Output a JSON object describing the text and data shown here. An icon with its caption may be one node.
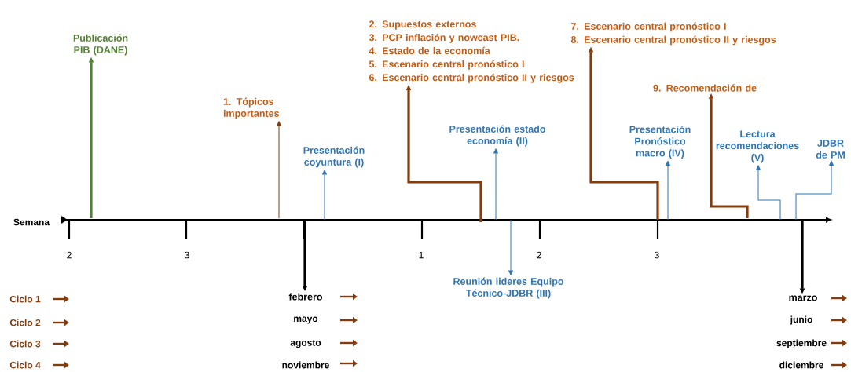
{
  "diagram": {
    "nodes": [
      {
        "text": [
          "Publicación PIB (DANE)"
        ]
      },
      {
        "text": [
          "1. Tópicos importantes"
        ]
      },
      {
        "text": [
          "Presentación coyuntura (I)"
        ]
      },
      {
        "text": [
          "2. Supuestos externos",
          "3. PCP inflación y nowcast PIB.",
          "4. Estado de la economía",
          "5. Escenario central pronóstico I",
          "6. Escenario central pronóstico II y riesgos"
        ]
      },
      {
        "text": [
          "Presentación estado economía (II)"
        ]
      },
      {
        "text": [
          "Reunión lideres Equipo Técnico-JDBR (III)"
        ]
      },
      {
        "text": [
          "7. Escenario central pronóstico I",
          "8. Escenario central pronóstico II y riesgos"
        ]
      },
      {
        "text": [
          "Presentación Pronóstico macro (IV)"
        ]
      },
      {
        "text": [
          "9. Recomendación de"
        ]
      },
      {
        "text": [
          "Lectura recomendaciones (V)"
        ]
      },
      {
        "text": [
          "JDBR de PM"
        ]
      },
      {
        "text": [
          "febrero"
        ]
      },
      {
        "text": [
          "marzo"
        ]
      }
    ],
    "edges": [
      {
        "from": null,
        "to": 0,
        "arrow": "to",
        "style": "thick",
        "color": "#548235"
      },
      {
        "from": null,
        "to": 1,
        "arrow": "to",
        "color": "#843c0c"
      },
      {
        "from": null,
        "to": 2,
        "arrow": "to"
      },
      {
        "from": null,
        "to": 3,
        "arrow": "to",
        "style": "thick",
        "color": "#843c0c"
      },
      {
        "from": null,
        "to": 4,
        "arrow": "to"
      },
      {
        "from": null,
        "to": 5,
        "arrow": "to"
      },
      {
        "from": null,
        "to": 6,
        "arrow": "to",
        "style": "thick",
        "color": "#843c0c"
      },
      {
        "from": null,
        "to": 7,
        "arrow": "to"
      },
      {
        "from": null,
        "to": 8,
        "arrow": "to",
        "style": "thick",
        "color": "#843c0c"
      },
      {
        "from": null,
        "to": 9,
        "arrow": "to"
      },
      {
        "from": null,
        "to": 10,
        "arrow": "to"
      },
      {
        "from": null,
        "to": 11,
        "arrow": "to",
        "style": "thick",
        "color": "#000000"
      },
      {
        "from": null,
        "to": 12,
        "arrow": "to",
        "style": "thick",
        "color": "#000000"
      }
    ],
    "labels": [
      "Semana",
      "2",
      "3",
      "1",
      "2",
      "3",
      "Ciclo 1",
      "Ciclo 2",
      "mayo",
      "junio",
      "Ciclo 3",
      "agosto",
      "septiembre",
      "Ciclo 4",
      "noviembre",
      "diciembre"
    ]
  }
}
